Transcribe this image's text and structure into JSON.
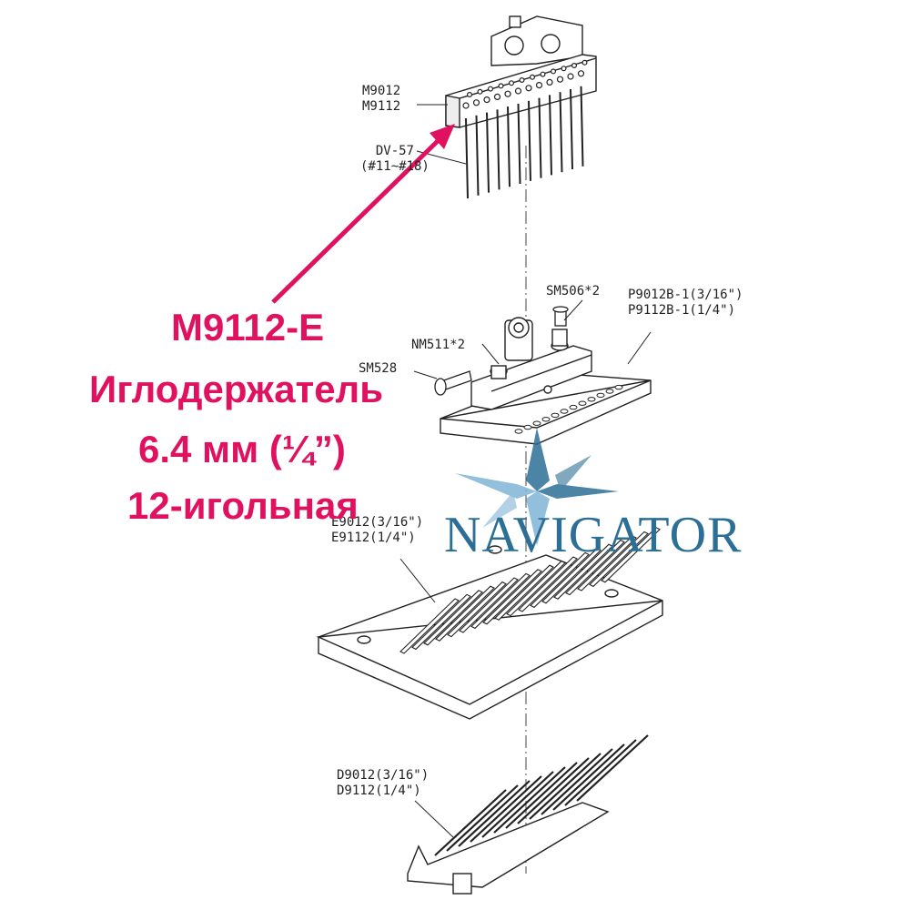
{
  "labels": {
    "needle_holder_top": "M9012",
    "needle_holder_bottom": "M9112",
    "needle_top": "DV-57",
    "needle_bottom": "(#11~#18)",
    "screw_sm506": "SM506*2",
    "presser_top": "P9012B-1(3/16\")",
    "presser_bottom": "P9112B-1(1/4\")",
    "screw_nm511": "NM511*2",
    "screw_sm528": "SM528",
    "plate_top": "E9012(3/16\")",
    "plate_bottom": "E9112(1/4\")",
    "looper_top": "D9012(3/16\")",
    "looper_bottom": "D9112(1/4\")"
  },
  "overlay": {
    "line1": "M9112-E",
    "line2": "Иглодержатель",
    "line3": "6.4 мм (¼”)",
    "line4": "12-игольная",
    "brand": "NAVIGATOR"
  },
  "colors": {
    "accent": "#e0115f",
    "brand": "#2c6f96",
    "brand_light": "#7fb4d6",
    "line": "#222222"
  }
}
